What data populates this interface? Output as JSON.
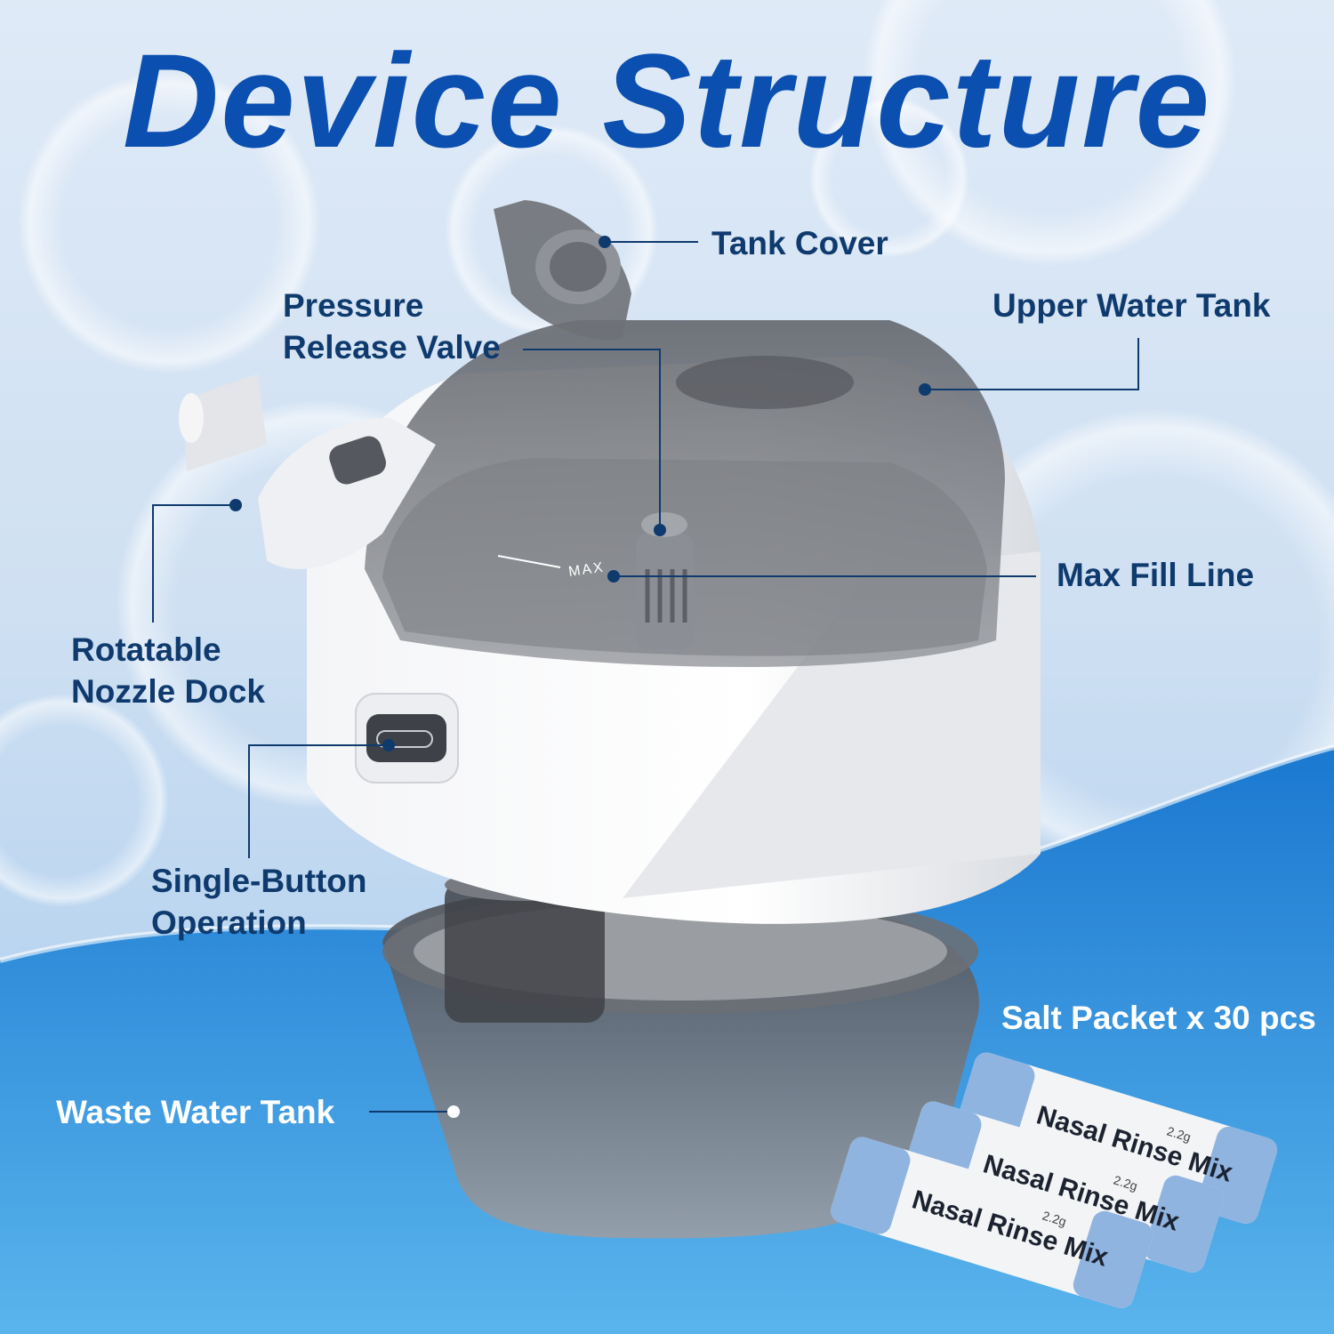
{
  "title": "Device Structure",
  "labels": {
    "tank_cover": "Tank Cover",
    "pressure_release_valve": [
      "Pressure",
      "Release Valve"
    ],
    "upper_water_tank": "Upper Water Tank",
    "max_fill_line": "Max Fill Line",
    "rotatable_nozzle_dock": [
      "Rotatable",
      "Nozzle Dock"
    ],
    "single_button_operation": [
      "Single-Button",
      "Operation"
    ],
    "waste_water_tank": "Waste Water Tank",
    "salt_packet": "Salt Packet x 30 pcs"
  },
  "device": {
    "max_mark": "MAX",
    "packets": [
      {
        "name": "Nasal Rinse Mix",
        "weight": "2.2g"
      },
      {
        "name": "Nasal Rinse Mix",
        "weight": "2.2g"
      },
      {
        "name": "Nasal Rinse Mix",
        "weight": "2.2g"
      }
    ]
  },
  "colors": {
    "title": "#0b4fb0",
    "label_text": "#0f3a6e",
    "leader_line": "#0f3a6e",
    "wave_blue": "#1a78d0"
  }
}
